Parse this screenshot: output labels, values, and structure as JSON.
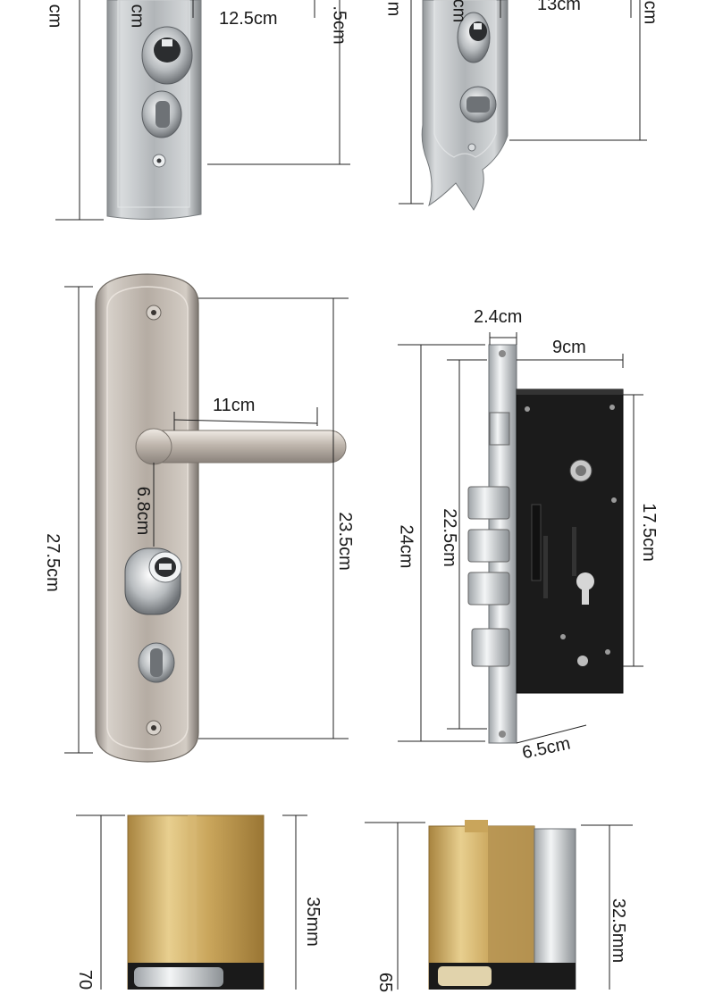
{
  "colors": {
    "steel": "#b9bcbe",
    "satin_nickel": "#bdb3a8",
    "brass": "#c9a55b",
    "mortise_black": "#1b1b1b",
    "line": "#222222"
  },
  "top_left_panel": {
    "height_label": "cm",
    "inner_label": "cm",
    "spacing_label": "12.5cm",
    "right_label": ".5cm"
  },
  "top_right_panel": {
    "height_label": "m",
    "inner_label": "cm",
    "spacing_label": "13cm",
    "right_label": "cm"
  },
  "handle_panel": {
    "total_height": "27.5cm",
    "handle_length": "11cm",
    "handle_to_cylinder": "6.8cm",
    "screw_spacing": "23.5cm"
  },
  "mortise_lock": {
    "faceplate_width": "2.4cm",
    "body_width": "9cm",
    "faceplate_length": "24cm",
    "bolt_span": "22.5cm",
    "body_height": "17.5cm",
    "backset": "6.5cm"
  },
  "cylinder_left": {
    "partial_length": "70",
    "segment": "35mm"
  },
  "cylinder_right": {
    "partial_length": "65",
    "segment": "32.5mm"
  }
}
